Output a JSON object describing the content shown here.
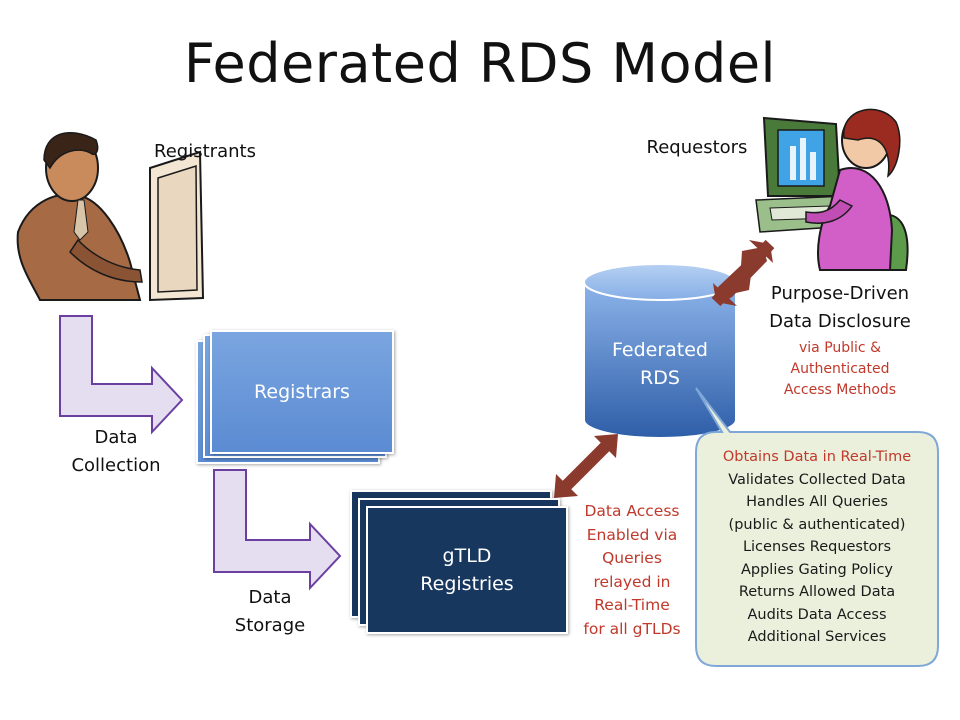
{
  "title": "Federated RDS Model",
  "registrants_label": "Registrants",
  "requestors_label": "Requestors",
  "registrars_label": "Registrars",
  "gtld_line1": "gTLD",
  "gtld_line2": "Registries",
  "rds_line1": "Federated",
  "rds_line2": "RDS",
  "data_collection_line1": "Data",
  "data_collection_line2": "Collection",
  "data_storage_line1": "Data",
  "data_storage_line2": "Storage",
  "disclosure_line1": "Purpose-Driven",
  "disclosure_line2": "Data Disclosure",
  "disclosure_sub": [
    "via Public &",
    "Authenticated",
    "Access Methods"
  ],
  "data_access_lines": [
    "Data Access",
    "Enabled via",
    "Queries",
    "relayed in",
    "Real-Time",
    "for all gTLDs"
  ],
  "callout_lines": [
    "Obtains Data in Real-Time",
    "Validates Collected Data",
    "Handles All Queries",
    "(public & authenticated)",
    "Licenses Requestors",
    "Applies Gating Policy",
    "Returns Allowed Data",
    "Audits Data Access",
    "Additional Services"
  ],
  "colors": {
    "accent_red": "#c0392b",
    "registrar_blue": "#6f9ad9",
    "registry_navy": "#17375e",
    "double_arrow": "#8b3a2e",
    "callout_fill": "#eaf0dc",
    "callout_border": "#7fa7d8"
  }
}
